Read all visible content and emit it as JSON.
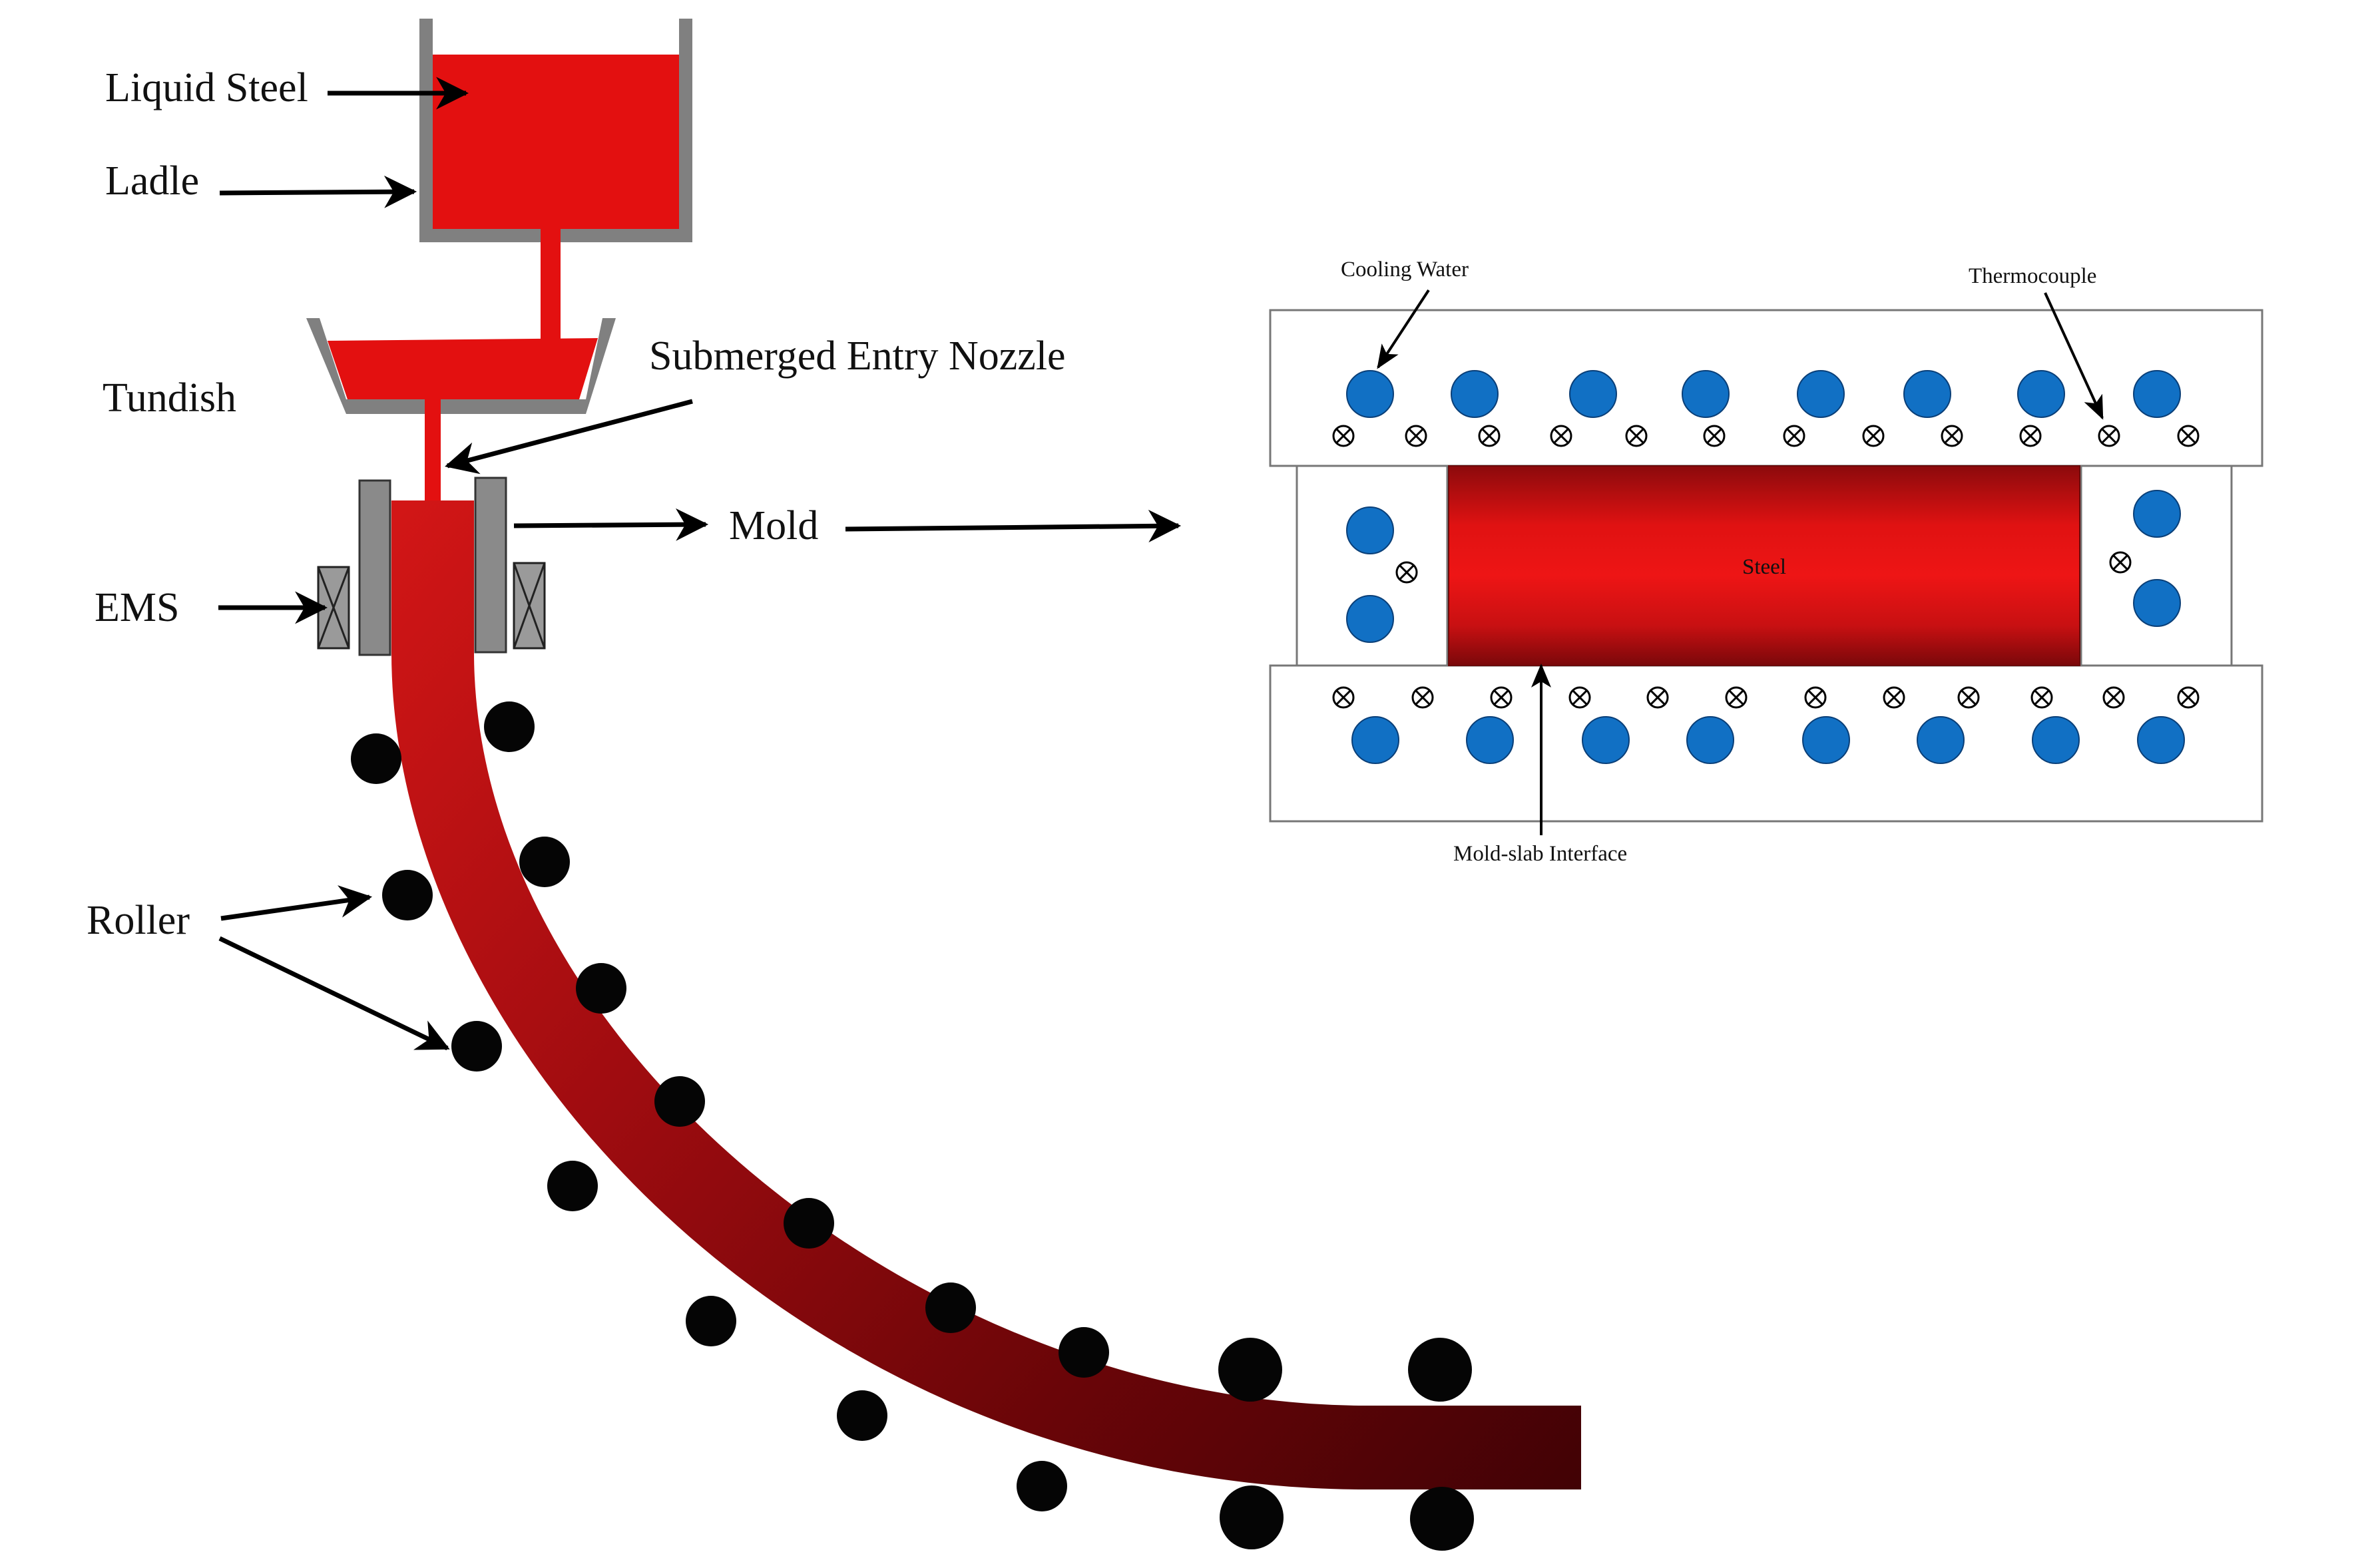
{
  "labels": {
    "liquid_steel": "Liquid Steel",
    "ladle": "Ladle",
    "tundish": "Tundish",
    "submerged_entry_nozzle": "Submerged Entry Nozzle",
    "mold": "Mold",
    "ems": "EMS",
    "roller": "Roller",
    "cooling_water": "Cooling Water",
    "thermocouple": "Thermocouple",
    "steel": "Steel",
    "mold_slab_interface": "Mold-slab Interface"
  },
  "colors": {
    "liquid_steel": "#e31010",
    "strand_dark": "#4a0306",
    "ladle_wall": "#808080",
    "ems_coil": "#9a9a9a",
    "roller": "#050505",
    "cooling_water": "#1170c4",
    "panel_border": "#777777"
  }
}
